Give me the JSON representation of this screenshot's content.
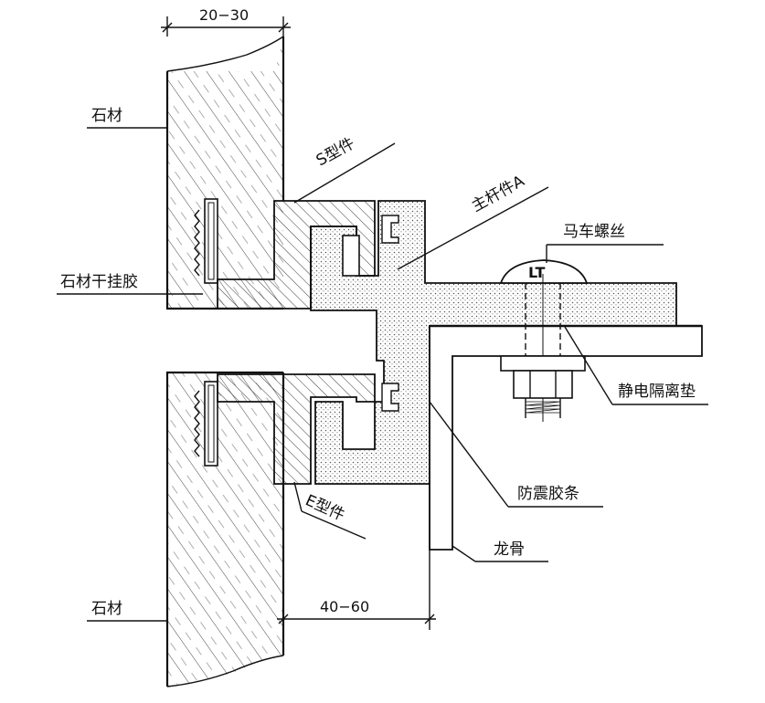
{
  "labels": {
    "stone_top": "石材",
    "stone_bottom": "石材",
    "s_part": "S型件",
    "main_part_a": "主杆件A",
    "carriage_bolt": "马车螺丝",
    "stone_glue": "石材干挂胶",
    "static_pad": "静电隔离垫",
    "rubber_strip": "防震胶条",
    "keel": "龙骨",
    "e_part": "E型件"
  },
  "dimensions": {
    "top": "20−30",
    "bottom": "40−60"
  },
  "bolt_mark": "LT",
  "colors": {
    "line": "#111111",
    "hatch": "#333333",
    "dots": "#555555",
    "background": "#ffffff"
  }
}
